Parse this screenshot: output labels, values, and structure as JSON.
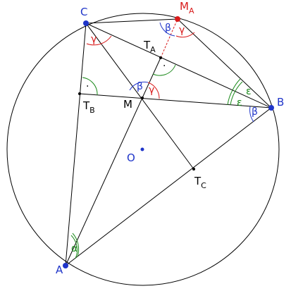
{
  "points": {
    "A": {
      "label": "A",
      "color": "#1f35c9"
    },
    "B": {
      "label": "B",
      "color": "#1f35c9"
    },
    "C": {
      "label": "C",
      "color": "#1f35c9"
    },
    "M_A": {
      "label": "M",
      "sub": "A",
      "color": "#d81b1b"
    },
    "O": {
      "label": "O",
      "color": "#1f35c9"
    },
    "M": {
      "label": "M",
      "color": "#000000"
    },
    "T_A": {
      "label": "T",
      "sub": "A",
      "color": "#000000"
    },
    "T_B": {
      "label": "T",
      "sub": "B",
      "color": "#000000"
    },
    "T_C": {
      "label": "T",
      "sub": "C",
      "color": "#000000"
    }
  },
  "angles": {
    "alpha": "α",
    "beta": "β",
    "gamma": "γ",
    "epsilon": "ε",
    "right_dot": "·"
  },
  "colors": {
    "blue": "#1f35c9",
    "red": "#d81b1b",
    "green": "#1c8a1c",
    "line": "#000000"
  }
}
